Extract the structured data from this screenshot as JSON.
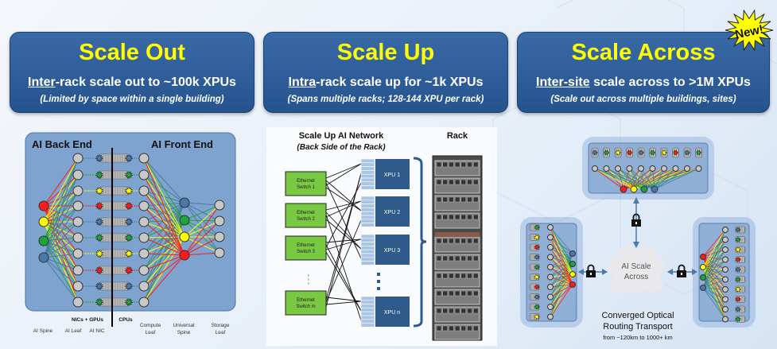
{
  "badge": "New!",
  "cards": [
    {
      "title": "Scale Out",
      "sub_prefix": "Inter",
      "sub_rest": "-rack scale out to ~100k XPUs",
      "note": "(Limited by space within a single building)"
    },
    {
      "title": "Scale Up",
      "sub_prefix": "Intra",
      "sub_rest": "-rack scale up for ~1k XPUs",
      "note": "(Spans multiple racks; 128-144 XPU per rack)"
    },
    {
      "title": "Scale Across",
      "sub_prefix": "Inter-site",
      "sub_rest": " scale across to >1M XPUs",
      "note": "(Scale out across multiple buildings, sites)"
    }
  ],
  "scale_out": {
    "back_end": "AI Back End",
    "front_end": "AI Front End",
    "nics_gpus": "NICs + GPUs",
    "cpus": "CPUs",
    "labels": [
      "AI Spine",
      "AI Leaf",
      "AI NIC"
    ],
    "compute_leaf": [
      "Compute",
      "Leaf"
    ],
    "universal_spine": [
      "Universal",
      "Spine"
    ],
    "storage_leaf": [
      "Storage",
      "Leaf"
    ]
  },
  "scale_up": {
    "title": "Scale Up AI Network",
    "subtitle": "(Back Side of the Rack)",
    "rack": "Rack",
    "switches": [
      [
        "Ethernet",
        "Switch 1"
      ],
      [
        "Ethernet",
        "Switch 2"
      ],
      [
        "Ethernet",
        "Switch 3"
      ],
      [
        "Ethernet",
        "Switch m"
      ]
    ],
    "xpus": [
      "XPU 1",
      "XPU 2",
      "XPU 3",
      "XPU n"
    ]
  },
  "scale_across": {
    "cloud": [
      "AI Scale",
      "Across"
    ],
    "caption1": "Converged Optical",
    "caption2": "Routing Transport",
    "caption3": "from ~120km to 1000+ km"
  },
  "colors": {
    "red": "#ff1a1a",
    "yellow": "#ffff00",
    "green": "#1fa33a",
    "blue": "#4a78a8",
    "header": "#2d5d99",
    "switch": "#7ac943",
    "xpu": "#2e5b8a"
  }
}
